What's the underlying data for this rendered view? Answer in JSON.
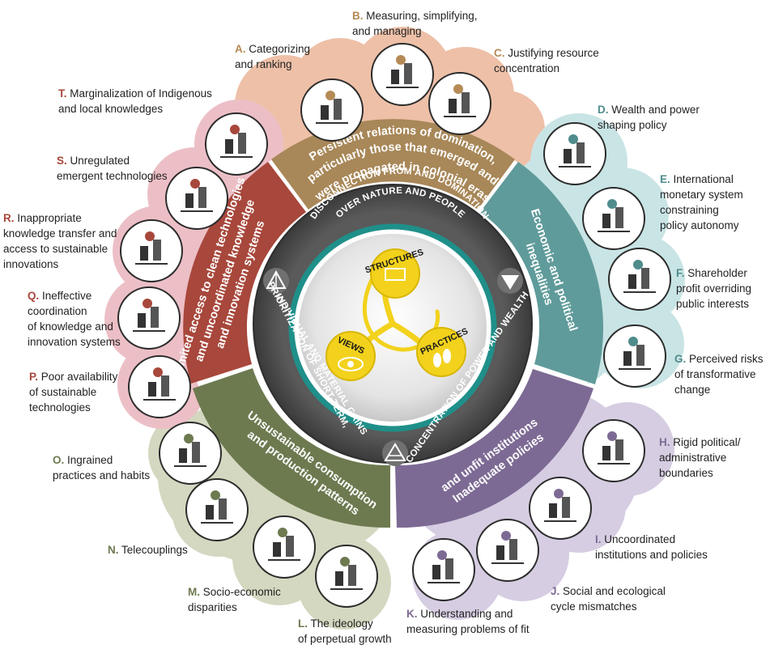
{
  "colors": {
    "peach": "#e8bba3",
    "peach_dark": "#a88758",
    "teal": "#5f9b9a",
    "teal_light": "#c3e0e2",
    "purple": "#7d6a94",
    "purple_light": "#cfc6dc",
    "olive": "#6d7a50",
    "olive_light": "#cfd3ba",
    "red": "#a8473b",
    "pink_light": "#e6b7bf",
    "dark_ring": "#4a4a4a",
    "core_teal": "#1f8f8a",
    "yellow": "#f2d21c"
  },
  "segments": {
    "structures": [
      "Persistent relations of domination,",
      "particularly those that emerged and",
      "were propagated in colonial eras"
    ],
    "economic": [
      "Economic and political",
      "inequalities"
    ],
    "policies": [
      "Inadequate policies",
      "and unfit institutions"
    ],
    "consumption": [
      "Unsustainable consumption",
      "and production patterns"
    ],
    "technology": [
      "Limited access to clean technologies",
      "and uncoordinated knowledge",
      "and innovation systems"
    ]
  },
  "ring": {
    "top": [
      "DISCONNECTION FROM AND DOMINATION",
      "OVER NATURE AND PEOPLE"
    ],
    "left": [
      "PRIORITIZATION OF SHORT-TERM,",
      "INDIVIDUAL AND MATERIAL GAINS"
    ],
    "right": "CONCENTRATION OF POWER AND WEALTH"
  },
  "core": {
    "structures": "STRUCTURES",
    "views": "VIEWS",
    "practices": "PRACTICES"
  },
  "items": [
    {
      "letter": "A.",
      "lines": [
        "Categorizing",
        "and ranking"
      ],
      "icon": "ranking-coins-icon",
      "color": "#b58a55"
    },
    {
      "letter": "B.",
      "lines": [
        "Measuring, simplifying,",
        "and managing"
      ],
      "icon": "measuring-growth-icon",
      "color": "#b58a55"
    },
    {
      "letter": "C.",
      "lines": [
        "Justifying resource",
        "concentration"
      ],
      "icon": "resource-extraction-icon",
      "color": "#b58a55"
    },
    {
      "letter": "D.",
      "lines": [
        "Wealth and power",
        "shaping policy"
      ],
      "icon": "wealth-scale-icon",
      "color": "#4f8c8c"
    },
    {
      "letter": "E.",
      "lines": [
        "International",
        "monetary system",
        "constraining",
        "policy autonomy"
      ],
      "icon": "money-bag-icon",
      "color": "#4f8c8c"
    },
    {
      "letter": "F.",
      "lines": [
        "Shareholder",
        "profit overriding",
        "public interests"
      ],
      "icon": "profit-scale-icon",
      "color": "#4f8c8c"
    },
    {
      "letter": "G.",
      "lines": [
        "Perceived risks",
        "of transformative",
        "change"
      ],
      "icon": "risk-head-icon",
      "color": "#4f8c8c"
    },
    {
      "letter": "H.",
      "lines": [
        "Rigid political/",
        "administrative",
        "boundaries"
      ],
      "icon": "boundaries-icon",
      "color": "#7d6a94"
    },
    {
      "letter": "I.",
      "lines": [
        "Uncoordinated",
        "institutions and policies"
      ],
      "icon": "broken-link-icon",
      "color": "#7d6a94"
    },
    {
      "letter": "J.",
      "lines": [
        "Social and ecological",
        "cycle mismatches"
      ],
      "icon": "cycle-mismatch-icon",
      "color": "#7d6a94"
    },
    {
      "letter": "K.",
      "lines": [
        "Understanding and",
        "measuring problems of fit"
      ],
      "icon": "puzzle-head-icon",
      "color": "#7d6a94"
    },
    {
      "letter": "L.",
      "lines": [
        "The ideology",
        "of perpetual growth"
      ],
      "icon": "growth-globe-icon",
      "color": "#6d7a50"
    },
    {
      "letter": "M.",
      "lines": [
        "Socio-economic",
        "disparities"
      ],
      "icon": "disparity-scale-icon",
      "color": "#6d7a50"
    },
    {
      "letter": "N.",
      "lines": [
        "Telecouplings"
      ],
      "icon": "telecoupling-icon",
      "color": "#6d7a50"
    },
    {
      "letter": "O.",
      "lines": [
        "Ingrained",
        "practices and habits"
      ],
      "icon": "habit-head-icon",
      "color": "#6d7a50"
    },
    {
      "letter": "P.",
      "lines": [
        "Poor availability",
        "of sustainable",
        "technologies"
      ],
      "icon": "wind-solar-icon",
      "color": "#a8473b"
    },
    {
      "letter": "Q.",
      "lines": [
        "Ineffective",
        "coordination",
        "of knowledge and",
        "innovation systems"
      ],
      "icon": "gears-bulb-icon",
      "color": "#a8473b"
    },
    {
      "letter": "R.",
      "lines": [
        "Inappropriate",
        "knowledge transfer and",
        "access to sustainable",
        "innovations"
      ],
      "icon": "knowledge-transfer-icon",
      "color": "#a8473b"
    },
    {
      "letter": "S.",
      "lines": [
        "Unregulated",
        "emergent technologies"
      ],
      "icon": "virus-warning-icon",
      "color": "#a8473b"
    },
    {
      "letter": "T.",
      "lines": [
        "Marginalization of Indigenous",
        "and local knowledges"
      ],
      "icon": "indigenous-knowledge-icon",
      "color": "#a8473b"
    }
  ]
}
